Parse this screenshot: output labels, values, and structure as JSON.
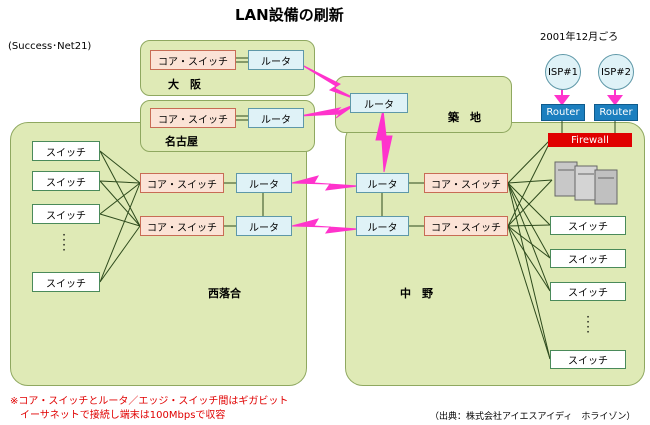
{
  "title": "LAN設備の刷新",
  "date": "2001年12月ごろ",
  "company": "(Success･Net21)",
  "core_switch_label": "コア・スイッチ",
  "router_label": "ルータ",
  "switch_label": "スイッチ",
  "sites": {
    "osaka": "大　阪",
    "nagoya": "名古屋",
    "tsukiji": "築　地",
    "nishiochiai": "西落合",
    "nakano": "中　野"
  },
  "isp1": "ISP#1",
  "isp2": "ISP#2",
  "internet_router_label": "Router",
  "firewall_label": "Firewall",
  "footnote_line1": "※コア・スイッチとルータ／エッジ・スイッチ間はギガビット",
  "footnote_line2": "　イーサネットで接続し端末は100Mbpsで収容",
  "source": "（出典：株式会社アイエスアイディ　ホライゾン）",
  "colors": {
    "region_fill": "#dfeab6",
    "core_fill": "#fbe3d6",
    "router_fill": "#dff2f7",
    "wan_link": "#ff33cc",
    "firewall": "#e00000",
    "footnote": "#e00000"
  }
}
